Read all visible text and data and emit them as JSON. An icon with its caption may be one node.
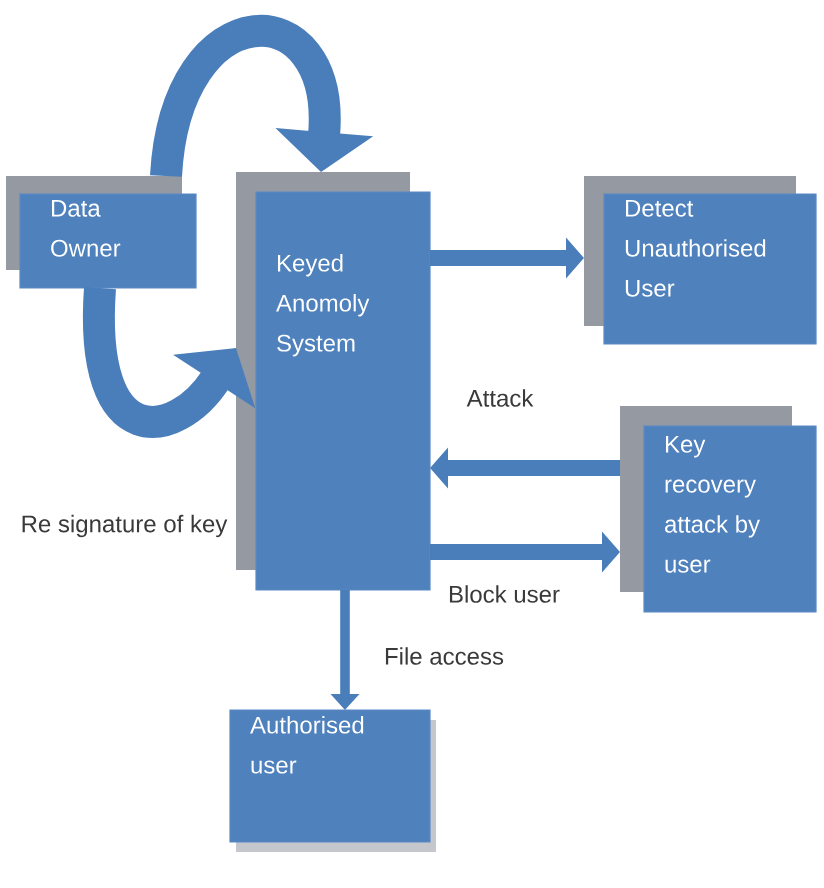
{
  "diagram": {
    "nodes": [
      {
        "text": [
          "Data Owner"
        ]
      },
      {
        "text": [
          "Keyed Anomoly System"
        ]
      },
      {
        "text": [
          "Detect Unauthorised User"
        ]
      },
      {
        "text": [
          "Key recovery attack by user"
        ]
      },
      {
        "text": [
          "Authorised user"
        ]
      }
    ],
    "edges": [
      {
        "from": 0,
        "to": 1,
        "arrow": "to",
        "style": "thick"
      },
      {
        "from": 0,
        "to": 1,
        "arrow": "to",
        "style": "thick"
      },
      {
        "from": 1,
        "to": 2,
        "arrow": "to"
      },
      {
        "from": 3,
        "to": 1,
        "arrow": "to",
        "label": "Attack"
      },
      {
        "from": 1,
        "to": 3,
        "arrow": "to",
        "label": "Block user"
      },
      {
        "from": 1,
        "to": 4,
        "arrow": "to",
        "label": "File access"
      }
    ],
    "labels": [
      "Re signature of key"
    ]
  }
}
